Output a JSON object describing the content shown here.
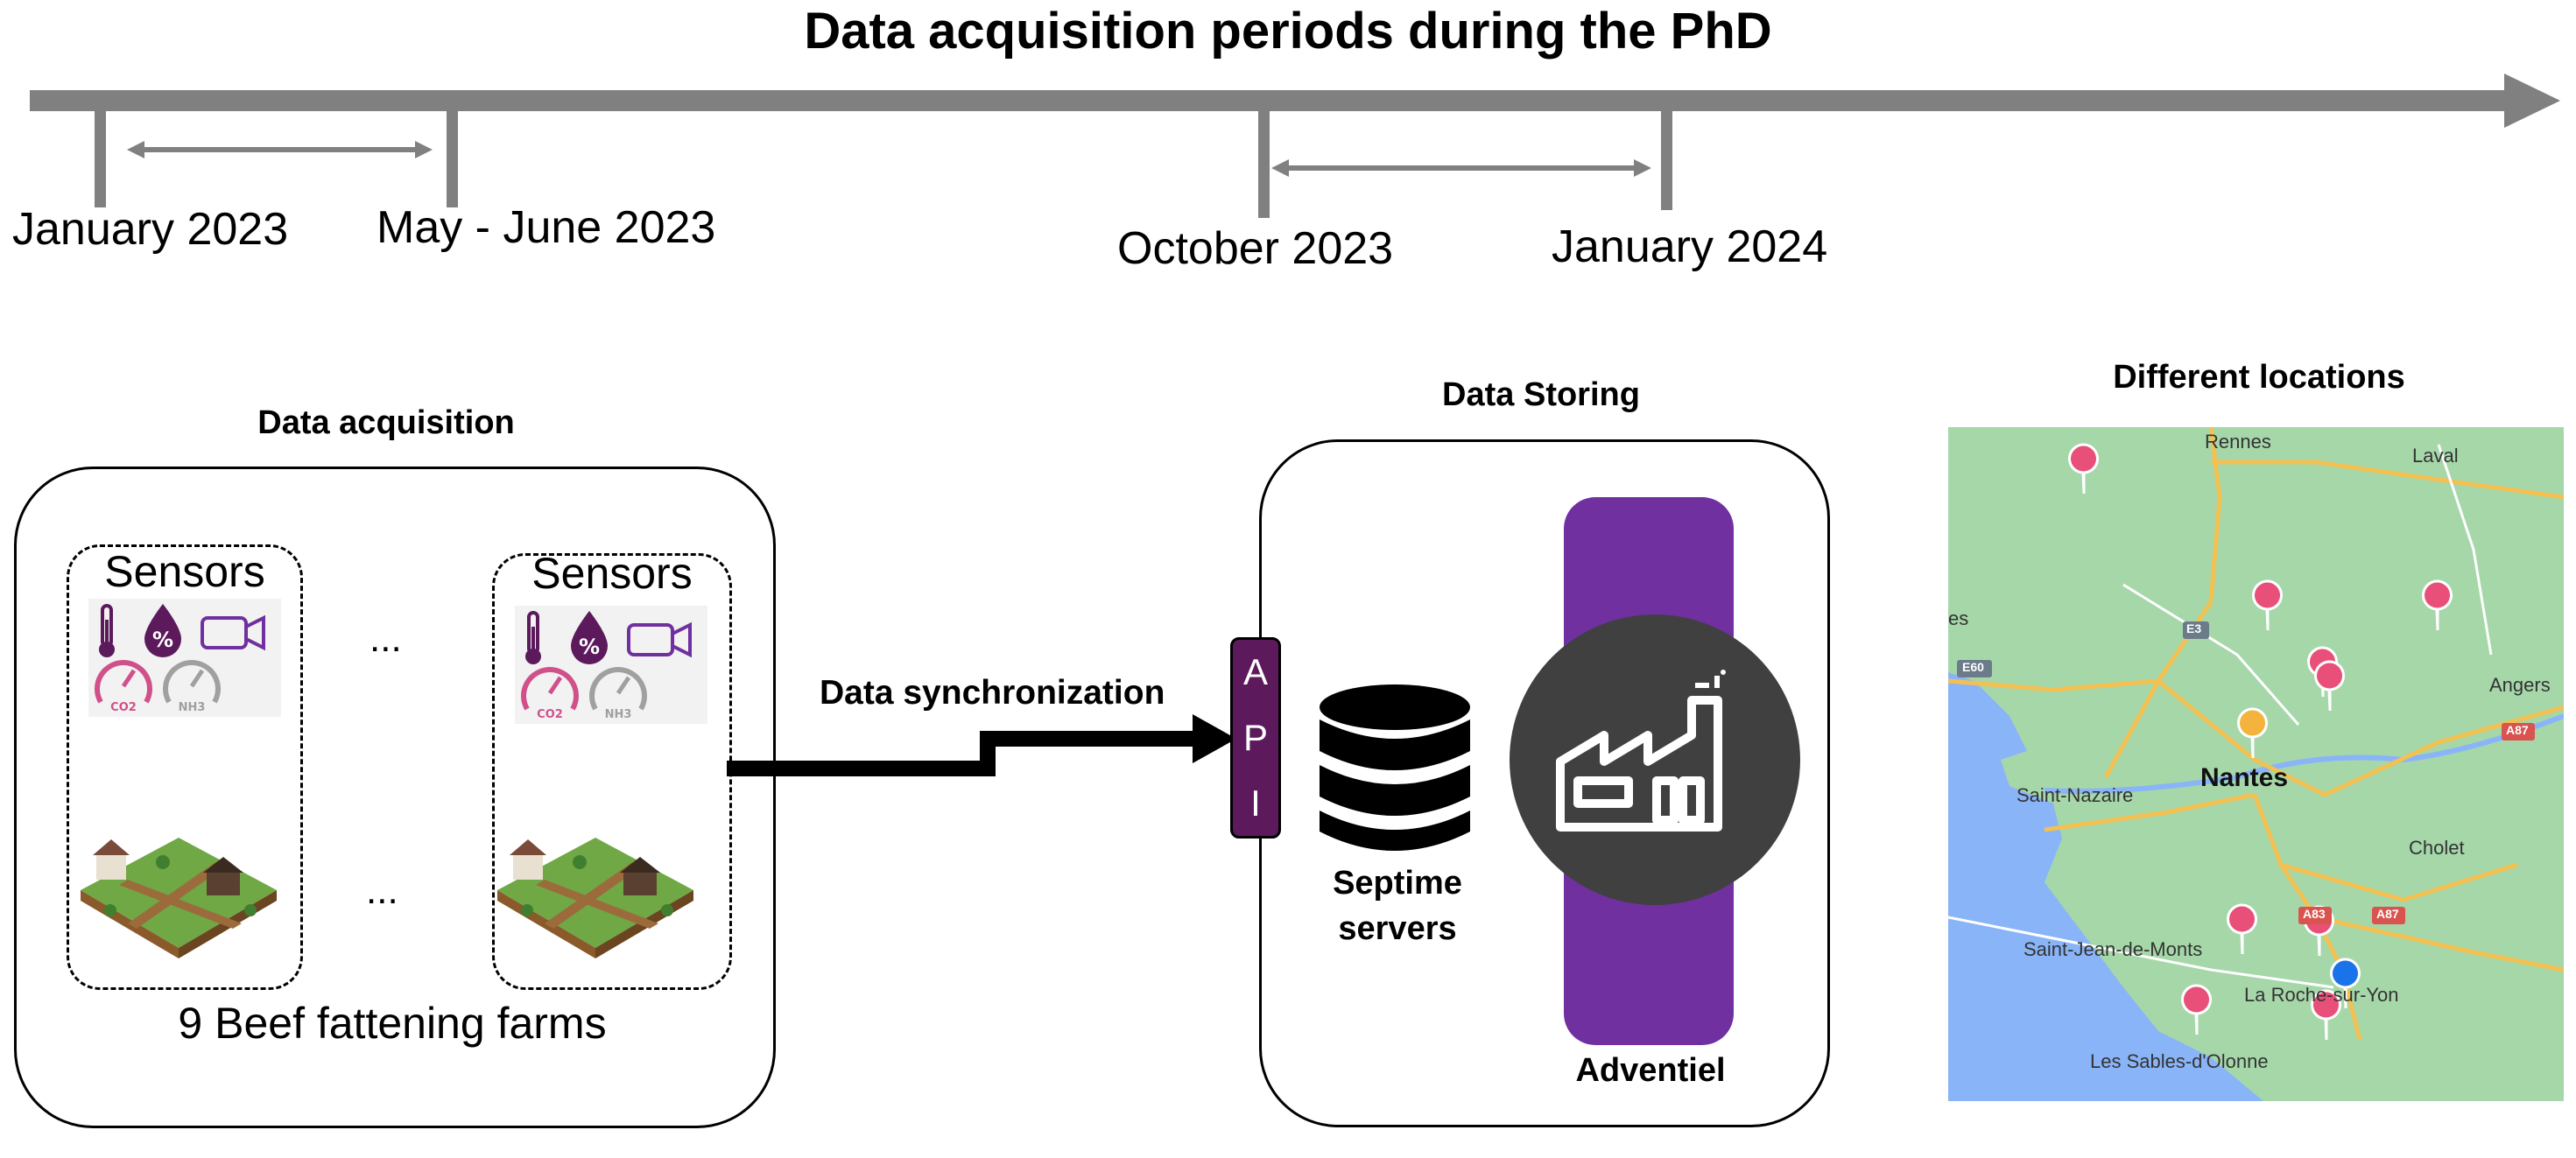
{
  "title": "Data acquisition periods during the PhD",
  "timeline": {
    "marks": [
      "January 2023",
      "May - June 2023",
      "October 2023",
      "January 2024"
    ]
  },
  "acquisition": {
    "title": "Data acquisition",
    "sensors_label": "Sensors",
    "ellipsis": "...",
    "farms_label": "9 Beef fattening farms"
  },
  "sync_label": "Data synchronization",
  "api_letters": [
    "A",
    "P",
    "I"
  ],
  "storing": {
    "title": "Data Storing",
    "servers_label_1": "Septime",
    "servers_label_2": "servers",
    "adventiel_label": "Adventiel"
  },
  "locations": {
    "title": "Different locations",
    "cities": [
      "Rennes",
      "Laval",
      "Angers",
      "Nantes",
      "Saint-Nazaire",
      "Cholet",
      "Saint-Jean-de-Monts",
      "La Roche-sur-Yon",
      "Les Sables-d'Olonne"
    ],
    "roads": [
      "E3",
      "E60",
      "A87",
      "A83"
    ],
    "es_fragment": "es"
  },
  "colors": {
    "timeline_gray": "#808080",
    "api_purple": "#5c1a5c",
    "adventiel_purple": "#7030a0",
    "factory_circle": "#404040",
    "map_green": "#a6d7a9",
    "map_water": "#8ab4f8",
    "pin_pink": "#e8507a"
  },
  "icons": [
    "thermometer-icon",
    "humidity-drop-icon",
    "camera-icon",
    "co2-gauge-icon",
    "nh3-gauge-icon",
    "farm-icon",
    "database-icon",
    "factory-icon",
    "map-pin-icon"
  ]
}
